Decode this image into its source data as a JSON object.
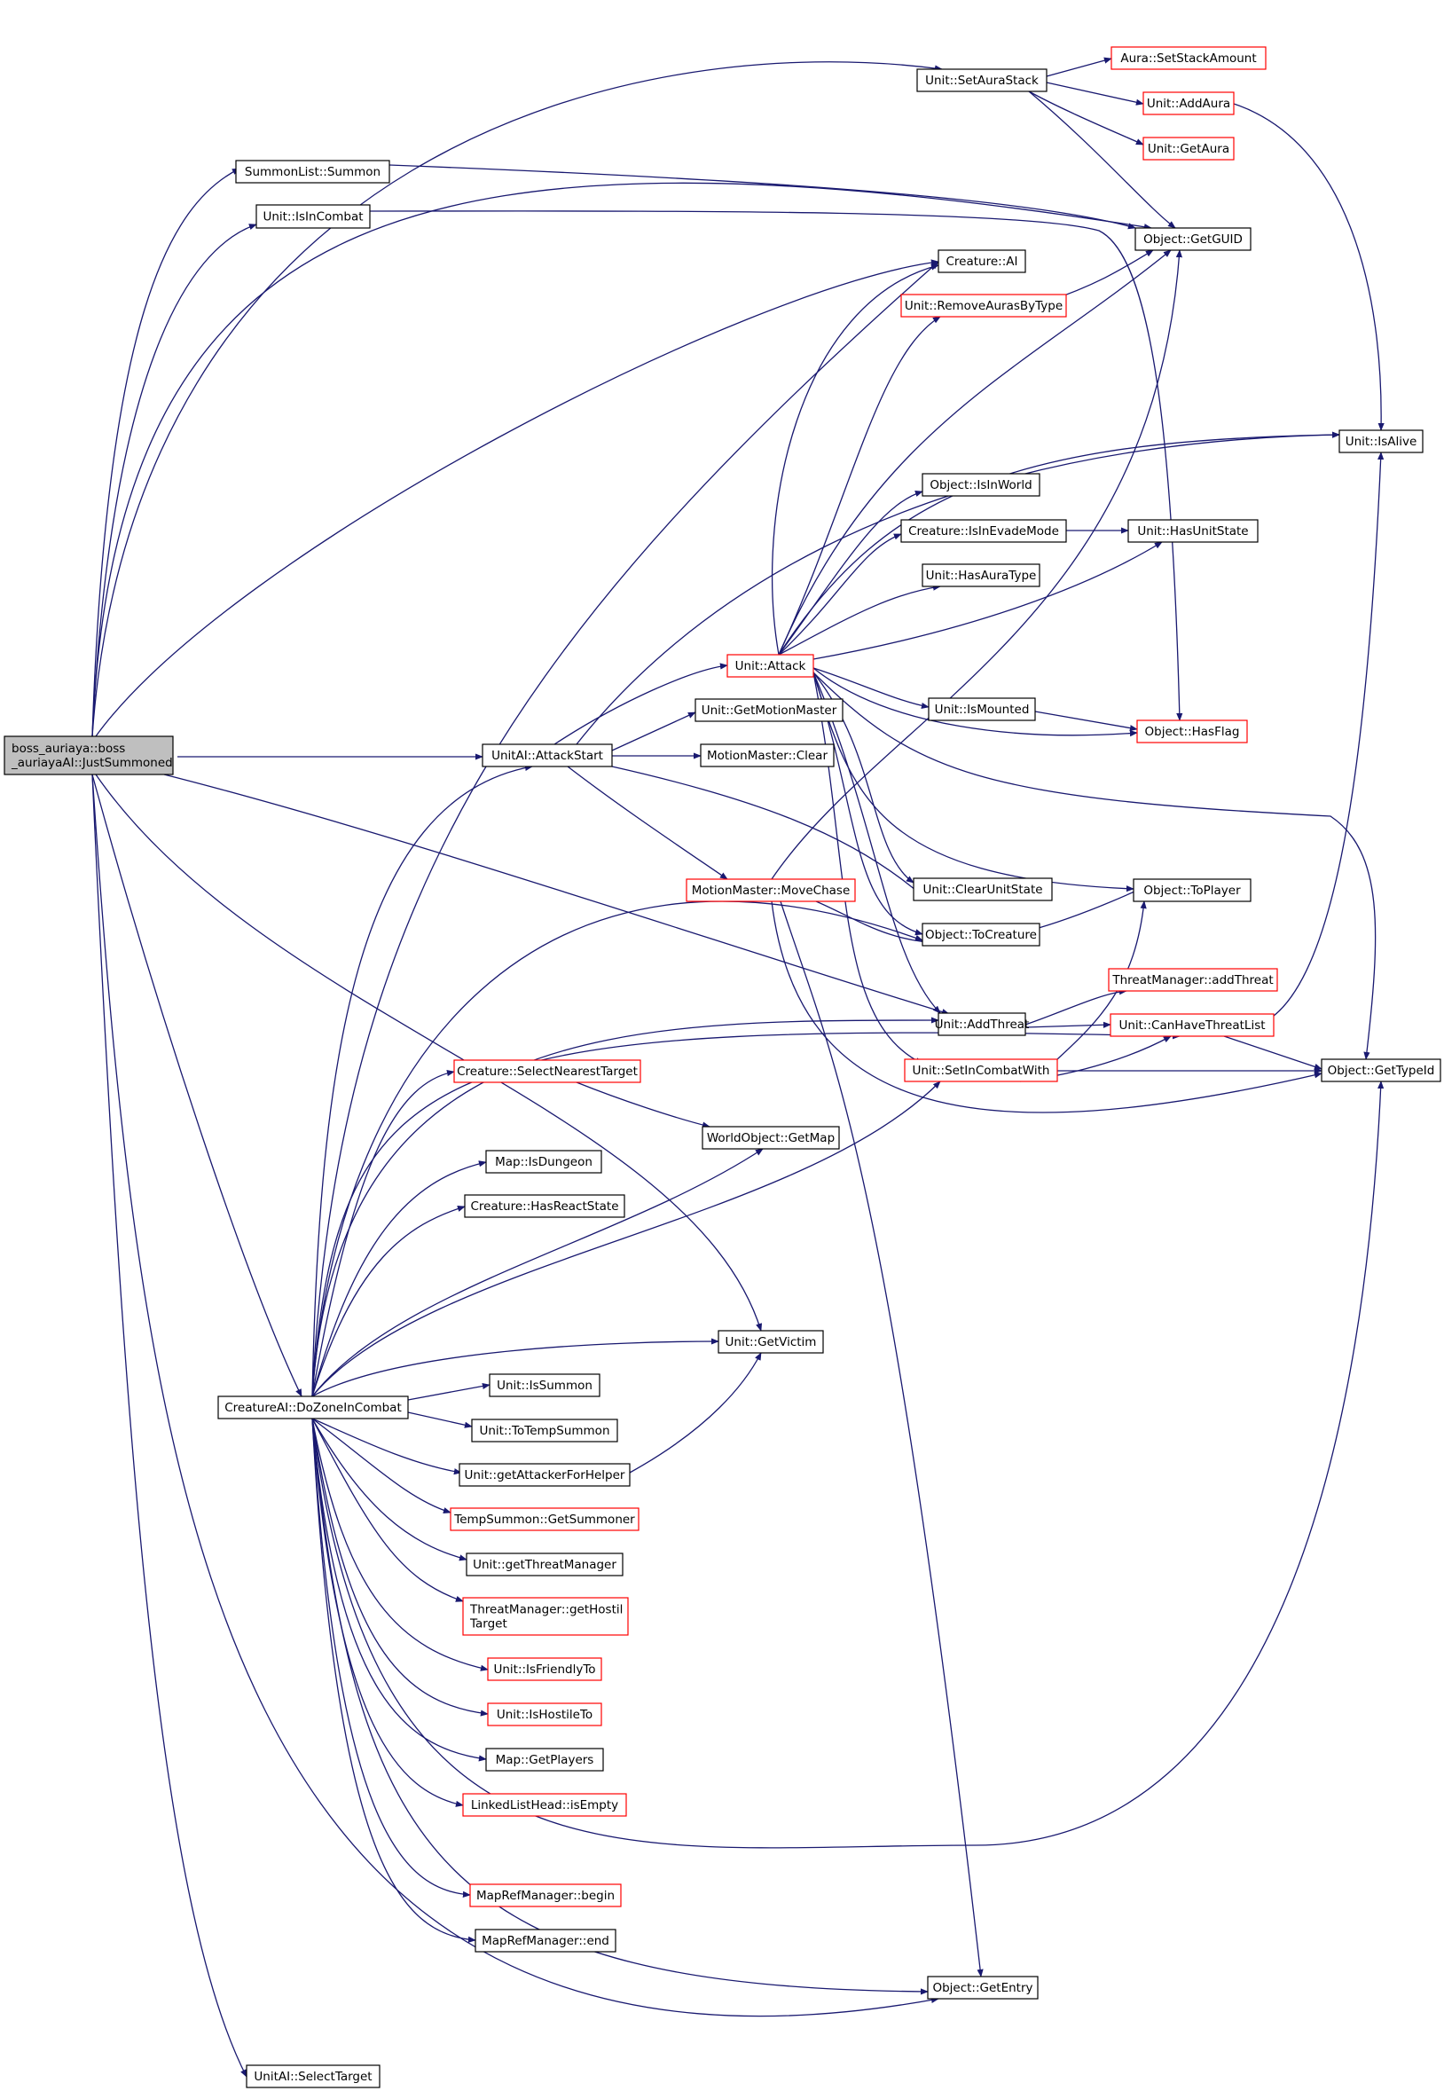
{
  "colors": {
    "edge": "#191970",
    "box_default_stroke": "#000000",
    "box_red_stroke": "#ff0000",
    "root_fill": "#bfbfbf",
    "node_fill": "#ffffff",
    "text": "#000000"
  },
  "nodes": [
    {
      "id": "root",
      "label": [
        "boss_auriaya::boss",
        "_auriayaAI::JustSummoned"
      ],
      "style": "root"
    },
    {
      "id": "setaurastack",
      "label": [
        "Unit::SetAuraStack"
      ],
      "style": "black"
    },
    {
      "id": "setstackamount",
      "label": [
        "Aura::SetStackAmount"
      ],
      "style": "red"
    },
    {
      "id": "addaura",
      "label": [
        "Unit::AddAura"
      ],
      "style": "red"
    },
    {
      "id": "getaura",
      "label": [
        "Unit::GetAura"
      ],
      "style": "red"
    },
    {
      "id": "summon",
      "label": [
        "SummonList::Summon"
      ],
      "style": "black"
    },
    {
      "id": "isincombat",
      "label": [
        "Unit::IsInCombat"
      ],
      "style": "black"
    },
    {
      "id": "getguid",
      "label": [
        "Object::GetGUID"
      ],
      "style": "black"
    },
    {
      "id": "creatureai",
      "label": [
        "Creature::AI"
      ],
      "style": "black"
    },
    {
      "id": "removeaurasbytype",
      "label": [
        "Unit::RemoveAurasByType"
      ],
      "style": "red"
    },
    {
      "id": "isalive",
      "label": [
        "Unit::IsAlive"
      ],
      "style": "black"
    },
    {
      "id": "isinworld",
      "label": [
        "Object::IsInWorld"
      ],
      "style": "black"
    },
    {
      "id": "isinevademode",
      "label": [
        "Creature::IsInEvadeMode"
      ],
      "style": "black"
    },
    {
      "id": "hasunitstate",
      "label": [
        "Unit::HasUnitState"
      ],
      "style": "black"
    },
    {
      "id": "hasauratype",
      "label": [
        "Unit::HasAuraType"
      ],
      "style": "black"
    },
    {
      "id": "attack",
      "label": [
        "Unit::Attack"
      ],
      "style": "red"
    },
    {
      "id": "ismounted",
      "label": [
        "Unit::IsMounted"
      ],
      "style": "black"
    },
    {
      "id": "hasflag",
      "label": [
        "Object::HasFlag"
      ],
      "style": "red"
    },
    {
      "id": "getmotionmaster",
      "label": [
        "Unit::GetMotionMaster"
      ],
      "style": "black"
    },
    {
      "id": "attackstart",
      "label": [
        "UnitAI::AttackStart"
      ],
      "style": "black"
    },
    {
      "id": "mmclear",
      "label": [
        "MotionMaster::Clear"
      ],
      "style": "black"
    },
    {
      "id": "movechase",
      "label": [
        "MotionMaster::MoveChase"
      ],
      "style": "red"
    },
    {
      "id": "clearunitstate",
      "label": [
        "Unit::ClearUnitState"
      ],
      "style": "black"
    },
    {
      "id": "toplayer",
      "label": [
        "Object::ToPlayer"
      ],
      "style": "black"
    },
    {
      "id": "tocreature",
      "label": [
        "Object::ToCreature"
      ],
      "style": "black"
    },
    {
      "id": "tmaddthreat",
      "label": [
        "ThreatManager::addThreat"
      ],
      "style": "red"
    },
    {
      "id": "addthreat",
      "label": [
        "Unit::AddThreat"
      ],
      "style": "black"
    },
    {
      "id": "canhavethreatlist",
      "label": [
        "Unit::CanHaveThreatList"
      ],
      "style": "red"
    },
    {
      "id": "setincombatwith",
      "label": [
        "Unit::SetInCombatWith"
      ],
      "style": "red"
    },
    {
      "id": "gettypeid",
      "label": [
        "Object::GetTypeId"
      ],
      "style": "black"
    },
    {
      "id": "selectnearesttarget",
      "label": [
        "Creature::SelectNearestTarget"
      ],
      "style": "red"
    },
    {
      "id": "getmap",
      "label": [
        "WorldObject::GetMap"
      ],
      "style": "black"
    },
    {
      "id": "isdungeon",
      "label": [
        "Map::IsDungeon"
      ],
      "style": "black"
    },
    {
      "id": "hasreactstate",
      "label": [
        "Creature::HasReactState"
      ],
      "style": "black"
    },
    {
      "id": "getvictim",
      "label": [
        "Unit::GetVictim"
      ],
      "style": "black"
    },
    {
      "id": "dozoneincombat",
      "label": [
        "CreatureAI::DoZoneInCombat"
      ],
      "style": "black"
    },
    {
      "id": "issummon",
      "label": [
        "Unit::IsSummon"
      ],
      "style": "black"
    },
    {
      "id": "totempsummon",
      "label": [
        "Unit::ToTempSummon"
      ],
      "style": "black"
    },
    {
      "id": "getattackerforhelper",
      "label": [
        "Unit::getAttackerForHelper"
      ],
      "style": "black"
    },
    {
      "id": "getsummoner",
      "label": [
        "TempSummon::GetSummoner"
      ],
      "style": "red"
    },
    {
      "id": "getthreatmanager",
      "label": [
        "Unit::getThreatManager"
      ],
      "style": "black"
    },
    {
      "id": "gethostiltarget",
      "label": [
        "ThreatManager::getHostil",
        "Target"
      ],
      "style": "red"
    },
    {
      "id": "isfriendlyto",
      "label": [
        "Unit::IsFriendlyTo"
      ],
      "style": "red"
    },
    {
      "id": "ishostileto",
      "label": [
        "Unit::IsHostileTo"
      ],
      "style": "red"
    },
    {
      "id": "getplayers",
      "label": [
        "Map::GetPlayers"
      ],
      "style": "black"
    },
    {
      "id": "isempty",
      "label": [
        "LinkedListHead::isEmpty"
      ],
      "style": "red"
    },
    {
      "id": "mrmbegin",
      "label": [
        "MapRefManager::begin"
      ],
      "style": "red"
    },
    {
      "id": "mrmend",
      "label": [
        "MapRefManager::end"
      ],
      "style": "black"
    },
    {
      "id": "getentry",
      "label": [
        "Object::GetEntry"
      ],
      "style": "black"
    },
    {
      "id": "selecttarget",
      "label": [
        "UnitAI::SelectTarget"
      ],
      "style": "black"
    }
  ]
}
